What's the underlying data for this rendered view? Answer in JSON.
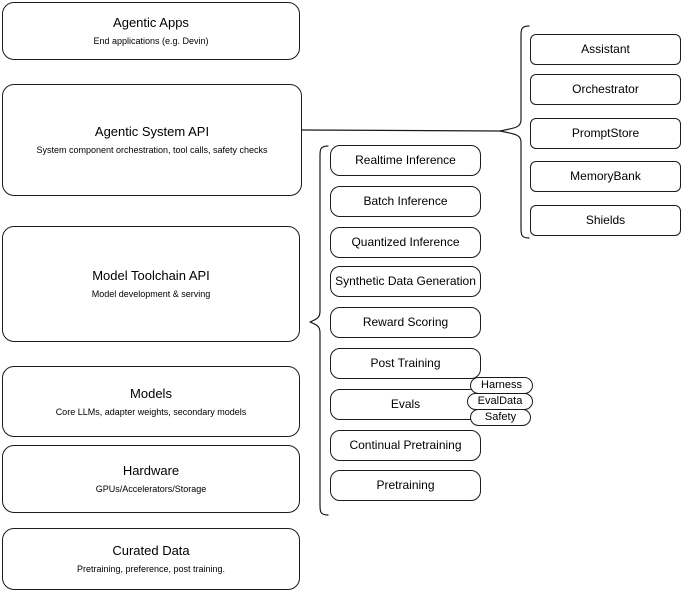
{
  "diagram": {
    "type": "layered-architecture-stack",
    "background_color": "#ffffff",
    "stroke_color": "#1a1a1a",
    "left_stack": {
      "name": "platform-layers",
      "items": [
        {
          "id": "agentic-apps",
          "title": "Agentic Apps",
          "subtitle": "End applications (e.g. Devin)"
        },
        {
          "id": "agentic-system-api",
          "title": "Agentic System API",
          "subtitle": "System component orchestration, tool calls, safety checks"
        },
        {
          "id": "model-toolchain-api",
          "title": "Model Toolchain API",
          "subtitle": "Model development & serving"
        },
        {
          "id": "models",
          "title": "Models",
          "subtitle": "Core LLMs, adapter weights, secondary models"
        },
        {
          "id": "hardware",
          "title": "Hardware",
          "subtitle": "GPUs/Accelerators/Storage"
        },
        {
          "id": "curated-data",
          "title": "Curated Data",
          "subtitle": "Pretraining, preference, post training."
        }
      ]
    },
    "middle_stack": {
      "name": "model-toolchain-capabilities",
      "parent": "model-toolchain-api",
      "items": [
        {
          "id": "realtime-inference",
          "label": "Realtime Inference"
        },
        {
          "id": "batch-inference",
          "label": "Batch Inference"
        },
        {
          "id": "quantized-inference",
          "label": "Quantized Inference"
        },
        {
          "id": "synthetic-data-generation",
          "label": "Synthetic Data Generation"
        },
        {
          "id": "reward-scoring",
          "label": "Reward Scoring"
        },
        {
          "id": "post-training",
          "label": "Post Training"
        },
        {
          "id": "evals",
          "label": "Evals"
        },
        {
          "id": "continual-pretraining",
          "label": "Continual Pretraining"
        },
        {
          "id": "pretraining",
          "label": "Pretraining"
        }
      ]
    },
    "eval_pills": {
      "name": "evals-subcomponents",
      "parent": "evals",
      "items": [
        {
          "id": "harness",
          "label": "Harness"
        },
        {
          "id": "evaldata",
          "label": "EvalData"
        },
        {
          "id": "safety",
          "label": "Safety"
        }
      ]
    },
    "right_stack": {
      "name": "agentic-system-components",
      "parent": "agentic-system-api",
      "items": [
        {
          "id": "assistant",
          "label": "Assistant"
        },
        {
          "id": "orchestrator",
          "label": "Orchestrator"
        },
        {
          "id": "promptstore",
          "label": "PromptStore"
        },
        {
          "id": "memorybank",
          "label": "MemoryBank"
        },
        {
          "id": "shields",
          "label": "Shields"
        }
      ]
    }
  }
}
